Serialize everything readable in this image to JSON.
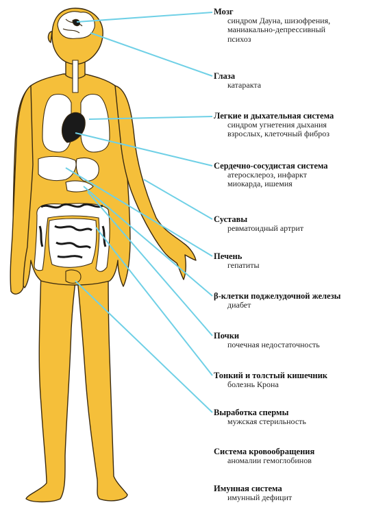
{
  "title": "",
  "colors": {
    "body": "#f5bf3a",
    "outline": "#3a2a10",
    "leader": "#6fd0e6",
    "organ": "#ffffff",
    "dark": "#1a1a1a"
  },
  "labels": [
    {
      "id": "brain",
      "title": "Мозг",
      "desc": [
        "синдром Дауна, шизофрения,",
        "маниакально-депрессивный",
        "психоз"
      ]
    },
    {
      "id": "eyes",
      "title": "Глаза",
      "desc": [
        "катаракта"
      ]
    },
    {
      "id": "lungs",
      "title": "Легкие и дыхательная система",
      "desc": [
        "синдром угнетения дыхания",
        "взрослых, клеточный фиброз"
      ]
    },
    {
      "id": "cardio",
      "title": "Сердечно-сосудистая система",
      "desc": [
        "атеросклероз, инфаркт",
        "миокарда, ишемия"
      ]
    },
    {
      "id": "joints",
      "title": "Суставы",
      "desc": [
        "ревматоидный артрит"
      ]
    },
    {
      "id": "liver",
      "title": "Печень",
      "desc": [
        "гепатиты"
      ]
    },
    {
      "id": "pancreas",
      "title": "β-клетки поджелудочной железы",
      "desc": [
        "диабет"
      ]
    },
    {
      "id": "kidneys",
      "title": "Почки",
      "desc": [
        "почечная недостаточность"
      ]
    },
    {
      "id": "intestine",
      "title": "Тонкий и толстый кишечник",
      "desc": [
        "болезнь Крона"
      ]
    },
    {
      "id": "sperm",
      "title": "Выработка спермы",
      "desc": [
        "мужская стерильность"
      ]
    },
    {
      "id": "circulation",
      "title": "Система кровообращения",
      "desc": [
        "аномалии гемоглобинов"
      ]
    },
    {
      "id": "immune",
      "title": "Имунная система",
      "desc": [
        "имунный дефицит"
      ]
    }
  ]
}
